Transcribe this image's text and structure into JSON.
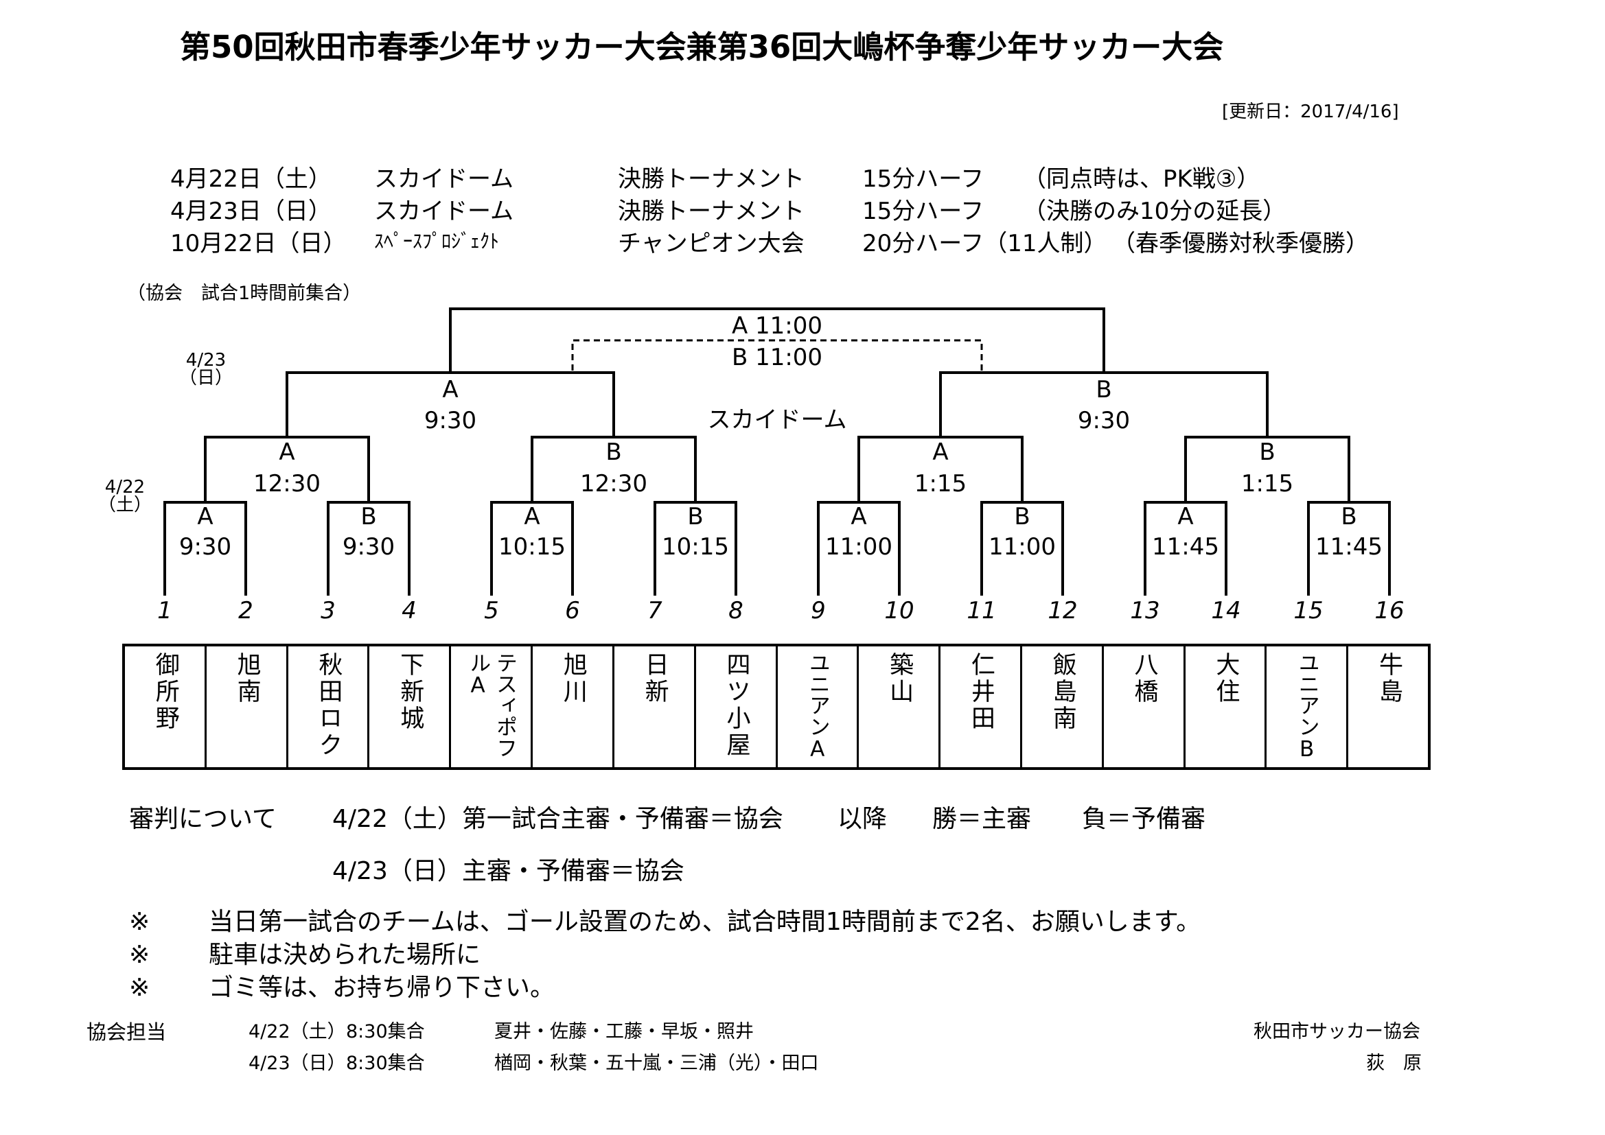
{
  "title": "第50回秋田市春季少年サッカー大会兼第36回大嶋杯争奪少年サッカー大会",
  "updated": "[更新日：2017/4/16]",
  "schedule": [
    {
      "date": "4月22日（土）",
      "venue": "スカイドーム",
      "event": "決勝トーナメント",
      "format": "15分ハーフ",
      "note": "（同点時は、PK戦③）"
    },
    {
      "date": "4月23日（日）",
      "venue": "スカイドーム",
      "event": "決勝トーナメント",
      "format": "15分ハーフ",
      "note": "（決勝のみ10分の延長）"
    },
    {
      "date": "10月22日（日）",
      "venue": "ｽﾍﾟｰｽﾌﾟﾛｼﾞｪｸﾄ",
      "event": "チャンピオン大会",
      "format": "20分ハーフ（11人制）",
      "note": "（春季優勝対秋季優勝）"
    }
  ],
  "assembly_note": "（協会　試合1時間前集合）",
  "bracket": {
    "day2_label": "4/23\n（日）",
    "day1_label": "4/22\n（土）",
    "venue": "スカイドーム",
    "final": {
      "a": "A  11:00",
      "b": "B  11:00"
    },
    "semis": [
      {
        "court": "A",
        "time": "9:30"
      },
      {
        "court": "B",
        "time": "9:30"
      }
    ],
    "quarters": [
      {
        "court": "A",
        "time": "12:30"
      },
      {
        "court": "B",
        "time": "12:30"
      },
      {
        "court": "A",
        "time": "1:15"
      },
      {
        "court": "B",
        "time": "1:15"
      }
    ],
    "round1": [
      {
        "court": "A",
        "time": "9:30"
      },
      {
        "court": "B",
        "time": "9:30"
      },
      {
        "court": "A",
        "time": "10:15"
      },
      {
        "court": "B",
        "time": "10:15"
      },
      {
        "court": "A",
        "time": "11:00"
      },
      {
        "court": "B",
        "time": "11:00"
      },
      {
        "court": "A",
        "time": "11:45"
      },
      {
        "court": "B",
        "time": "11:45"
      }
    ],
    "numbers": [
      "1",
      "2",
      "3",
      "4",
      "5",
      "6",
      "7",
      "8",
      "9",
      "10",
      "11",
      "12",
      "13",
      "14",
      "15",
      "16"
    ]
  },
  "teams": [
    "御所野",
    "旭南",
    "秋田ロク",
    "下新城",
    "テスィポフルA",
    "旭川",
    "日新",
    "四ツ小屋",
    "ユニアンA",
    "築山",
    "仁井田",
    "飯島南",
    "八橋",
    "大住",
    "ユニアンB",
    "牛島"
  ],
  "referee": {
    "heading": "審判について",
    "line1_date": "4/22（土）第一試合主審・予備審＝協会",
    "line1_after": "以降",
    "line1_win": "勝＝主審",
    "line1_lose": "負＝予備審",
    "line2": "4/23（日）主審・予備審＝協会"
  },
  "notes": [
    {
      "mark": "※",
      "text": "当日第一試合のチームは、ゴール設置のため、試合時間1時間前まで2名、お願いします。"
    },
    {
      "mark": "※",
      "text": "駐車は決められた場所に"
    },
    {
      "mark": "※",
      "text": "ゴミ等は、お持ち帰り下さい。"
    }
  ],
  "staff": {
    "heading": "協会担当",
    "rows": [
      {
        "date": "4/22（土）",
        "time": "8:30集合",
        "names": "夏井・佐藤・工藤・早坂・照井"
      },
      {
        "date": "4/23（日）",
        "time": "8:30集合",
        "names": "楢岡・秋葉・五十嵐・三浦（光）・田口"
      }
    ],
    "org": "秋田市サッカー協会",
    "person": "荻　原"
  }
}
